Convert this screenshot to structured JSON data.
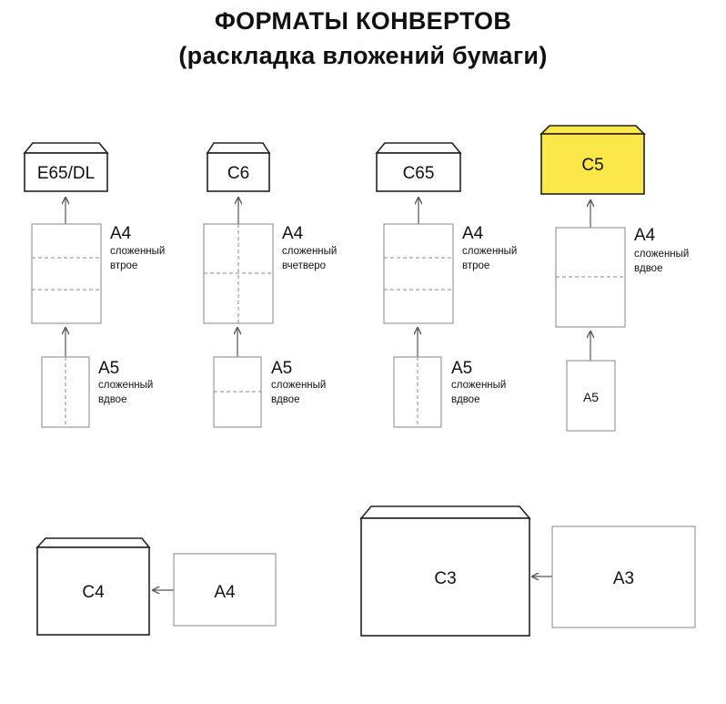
{
  "title": {
    "line1": "ФОРМАТЫ КОНВЕРТОВ",
    "line2": "(раскладка вложений бумаги)"
  },
  "columns": [
    {
      "envelope": "E65/DL",
      "a4": {
        "format": "А4",
        "line1": "сложенный",
        "line2": "втрое"
      },
      "a5": {
        "format": "А5",
        "line1": "сложенный",
        "line2": "вдвое"
      }
    },
    {
      "envelope": "C6",
      "a4": {
        "format": "А4",
        "line1": "сложенный",
        "line2": "вчетверо"
      },
      "a5": {
        "format": "А5",
        "line1": "сложенный",
        "line2": "вдвое"
      }
    },
    {
      "envelope": "C65",
      "a4": {
        "format": "А4",
        "line1": "сложенный",
        "line2": "втрое"
      },
      "a5": {
        "format": "А5",
        "line1": "сложенный",
        "line2": "вдвое"
      }
    },
    {
      "envelope": "C5",
      "a4": {
        "format": "А4",
        "line1": "сложенный",
        "line2": "вдвое"
      },
      "a5": {
        "format": "А5"
      }
    }
  ],
  "bottom": [
    {
      "envelope": "C4",
      "sheet": "А4"
    },
    {
      "envelope": "C3",
      "sheet": "А3"
    }
  ],
  "colors": {
    "highlight": "#fae84a",
    "line": "#222222",
    "sheet_border": "#9a9a9a",
    "fold_line": "#8a8a8a"
  }
}
